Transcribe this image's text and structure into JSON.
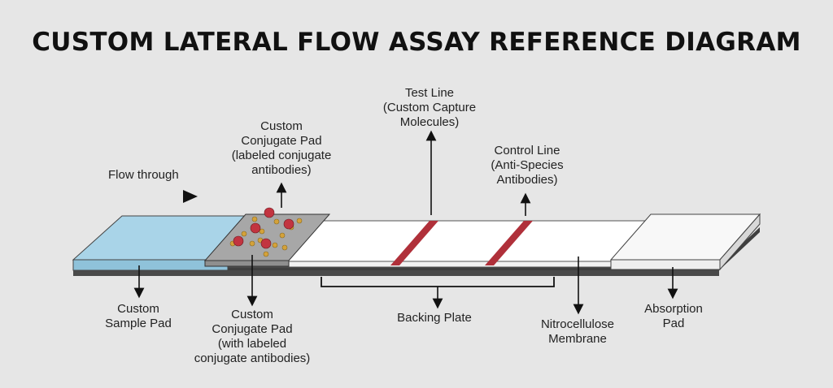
{
  "title": "CUSTOM LATERAL FLOW ASSAY REFERENCE DIAGRAM",
  "labels": {
    "flow": "Flow through",
    "conjugate_top": "Custom\nConjugate Pad\n(labeled conjugate\nantibodies)",
    "test_line": "Test Line\n(Custom Capture\nMolecules)",
    "control_line": "Control Line\n(Anti-Species\nAntibodies)",
    "sample_pad": "Custom\nSample Pad",
    "conjugate_bottom": "Custom\nConjugate Pad\n(with labeled\nconjugate antibodies)",
    "backing_plate": "Backing Plate",
    "membrane": "Nitrocellulose\nMembrane",
    "absorption": "Absorption\nPad"
  },
  "colors": {
    "sample_pad": "#a9d4e8",
    "conjugate_pad": "#a9a9a9",
    "membrane": "#ffffff",
    "absorption_pad": "#f8f8f8",
    "backing": "#4a4a4a",
    "line_band": "#b0303a",
    "particle": "#c23440",
    "antibody": "#d4a23a"
  }
}
